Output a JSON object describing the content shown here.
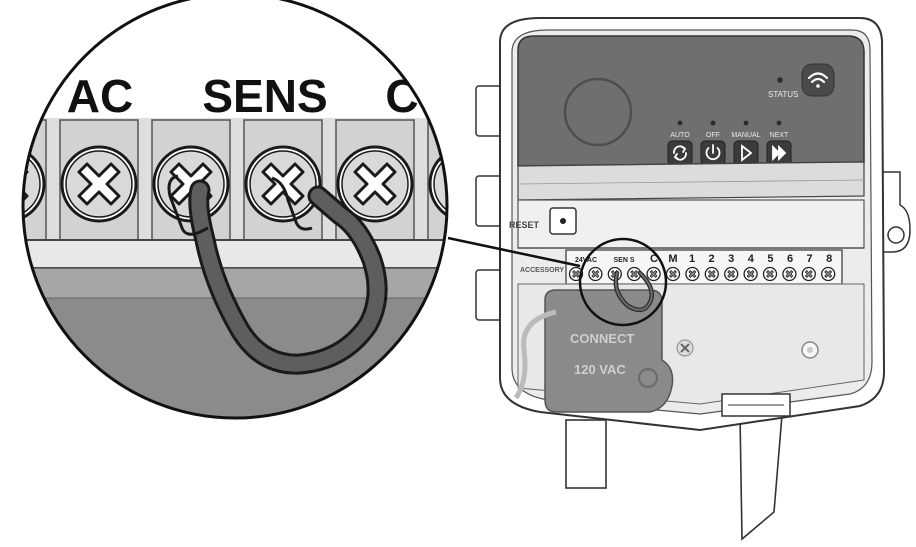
{
  "zoom": {
    "labels": [
      "AC",
      "SENS",
      "C"
    ]
  },
  "controller": {
    "status_label": "STATUS",
    "buttons": [
      {
        "label": "AUTO",
        "icon": "cycle-icon"
      },
      {
        "label": "OFF",
        "icon": "power-icon"
      },
      {
        "label": "MANUAL",
        "icon": "play-icon"
      },
      {
        "label": "NEXT",
        "icon": "fast-forward-icon"
      }
    ],
    "reset_label": "RESET",
    "accessory_label": "ACCESSORY",
    "terminal_labels": [
      "24VAC",
      "SEN S",
      "C",
      "M",
      "1",
      "2",
      "3",
      "4",
      "5",
      "6",
      "7",
      "8"
    ],
    "cover_lines": [
      "CONNECT",
      "120 VAC"
    ],
    "wifi_icon": "wifi-icon"
  }
}
